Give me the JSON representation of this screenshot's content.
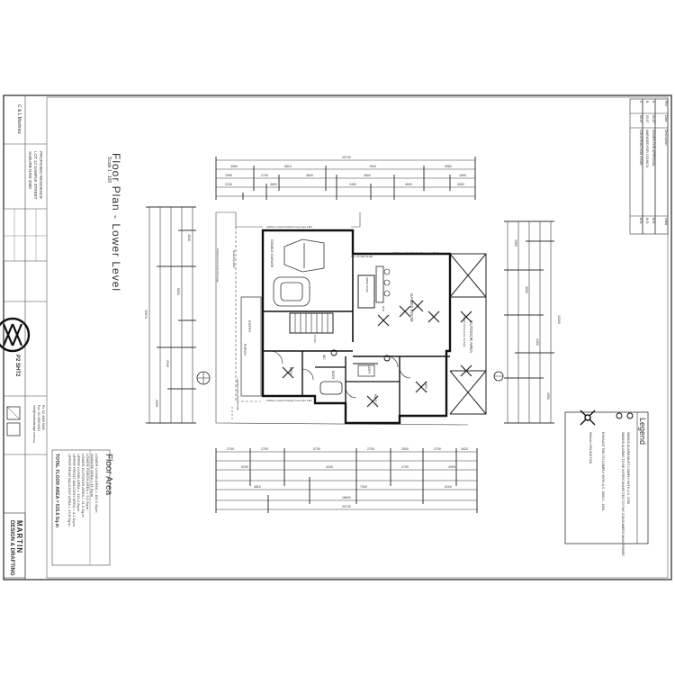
{
  "sheet": {
    "title": "Floor Plan - Lower Level",
    "scale": "Scale 1 : 100",
    "sheet_number": "P2 SHT2"
  },
  "title_block": {
    "client": "C & L Martinez",
    "project_lines": [
      "PROPOSED RESIDENCE",
      "LOT 12 SAMPLE STREET",
      "SUBURB NSW 2000"
    ],
    "company_name_lines": [
      "MARTIN",
      "DESIGN & DRAFTING"
    ],
    "contact_lines": [
      "Ph: 02 4000 0000",
      "Fax: 02 4000 0001",
      "info@martindesign.com.au"
    ]
  },
  "revision_table": {
    "headers": [
      "Rev",
      "Date",
      "Description",
      "Initial"
    ],
    "rows": [
      [
        "A",
        "01-07",
        "ISSUED FOR APPROVAL",
        "M.D."
      ],
      [
        "B",
        "03-07",
        "AMENDED FOR COUNCIL",
        "M.D."
      ],
      [
        "C",
        "06-07",
        "CONSTRUCTION ISSUE",
        "M.D."
      ]
    ]
  },
  "floor_area": {
    "heading": "Floor Area",
    "rows": [
      "LOWER LIVING AREA = 153.3 Sq.m",
      "GARAGE AREA = 41 Sq.m",
      "LOWER PORCH AREA = 9.5 Sq.m",
      "LOWER OUTDOOR AREA = 21.5 Sq.m",
      "UPPER LIVING AREA = 112.4 Sq.m",
      "UPPER FRONT BALCONY AREA = 4.1 Sq.m",
      "UPPER REAR BALCONY AREA = 13.8 Sq.m"
    ],
    "total": "TOTAL FLOOR AREA = 515.6 Sq.m"
  },
  "legend": {
    "heading": "Legend",
    "items": [
      "SMOKE ALARM MUST COMPLY WITH A.S. 3786",
      "SMOKE ALARMS TO BE INTERCONNECTED TO THE CONSUMERS MAIN POWER",
      "EXHAUST FAN TO COMPLY WITH A.S. 1668.2 - 1991",
      "900mm CEILING FAN"
    ]
  },
  "rooms": {
    "garage": "DOUBLE GARAGE",
    "games": "GAMES ROOM",
    "outdoor": "OUTDOOR AREA",
    "outdoor_note": "Polished Concrete Surface",
    "entry": "ENTRY",
    "porch": "PORCH",
    "bed": "BED",
    "bed2": "BED 2",
    "bed3": "BED 3",
    "bath": "BATH",
    "ldry": "LDRY",
    "wc": "WC",
    "wine": "WINE RACK",
    "bar": "BAR",
    "stair": "STAIR"
  },
  "annotations": {
    "path_top": "1000mm wide Polished Concrete Path",
    "path_bottom": "1000mm wide Polished Concrete Path",
    "path_right": "1000mm wide Polished Concrete Path",
    "driveway": "Polished Concrete Driveway",
    "retaining": "Retaining Wall",
    "boundary": "400mm HIGH BOUNDARY",
    "slab": "FFL 25.400 SLAB"
  },
  "dimensions": {
    "top_overall": "20720",
    "top_row_2": [
      "3050",
      "5810",
      "7840",
      "3980"
    ],
    "top_row_3": [
      "1990",
      "2700",
      "4600",
      "4600",
      "1890"
    ],
    "top_row_4": [
      "2230",
      "4600",
      "2450",
      "4600",
      "3950"
    ],
    "bottom_row_1": [
      "2700",
      "2700",
      "5730",
      "2700",
      "2500",
      "2700",
      "1620"
    ],
    "bottom_row_2": [
      "5200",
      "3200",
      "2700",
      "4990"
    ],
    "bottom_row_3": [
      "4810",
      "7340",
      "6100"
    ],
    "bottom_row_4": [
      "18690"
    ],
    "bottom_overall": "20720",
    "left_dims": [
      "4840",
      "5850",
      "2940",
      "2000"
    ],
    "left_overall": "15670",
    "right_dims": [
      "3300",
      "3000",
      "4260",
      "1500"
    ],
    "right_overall": "12100"
  }
}
